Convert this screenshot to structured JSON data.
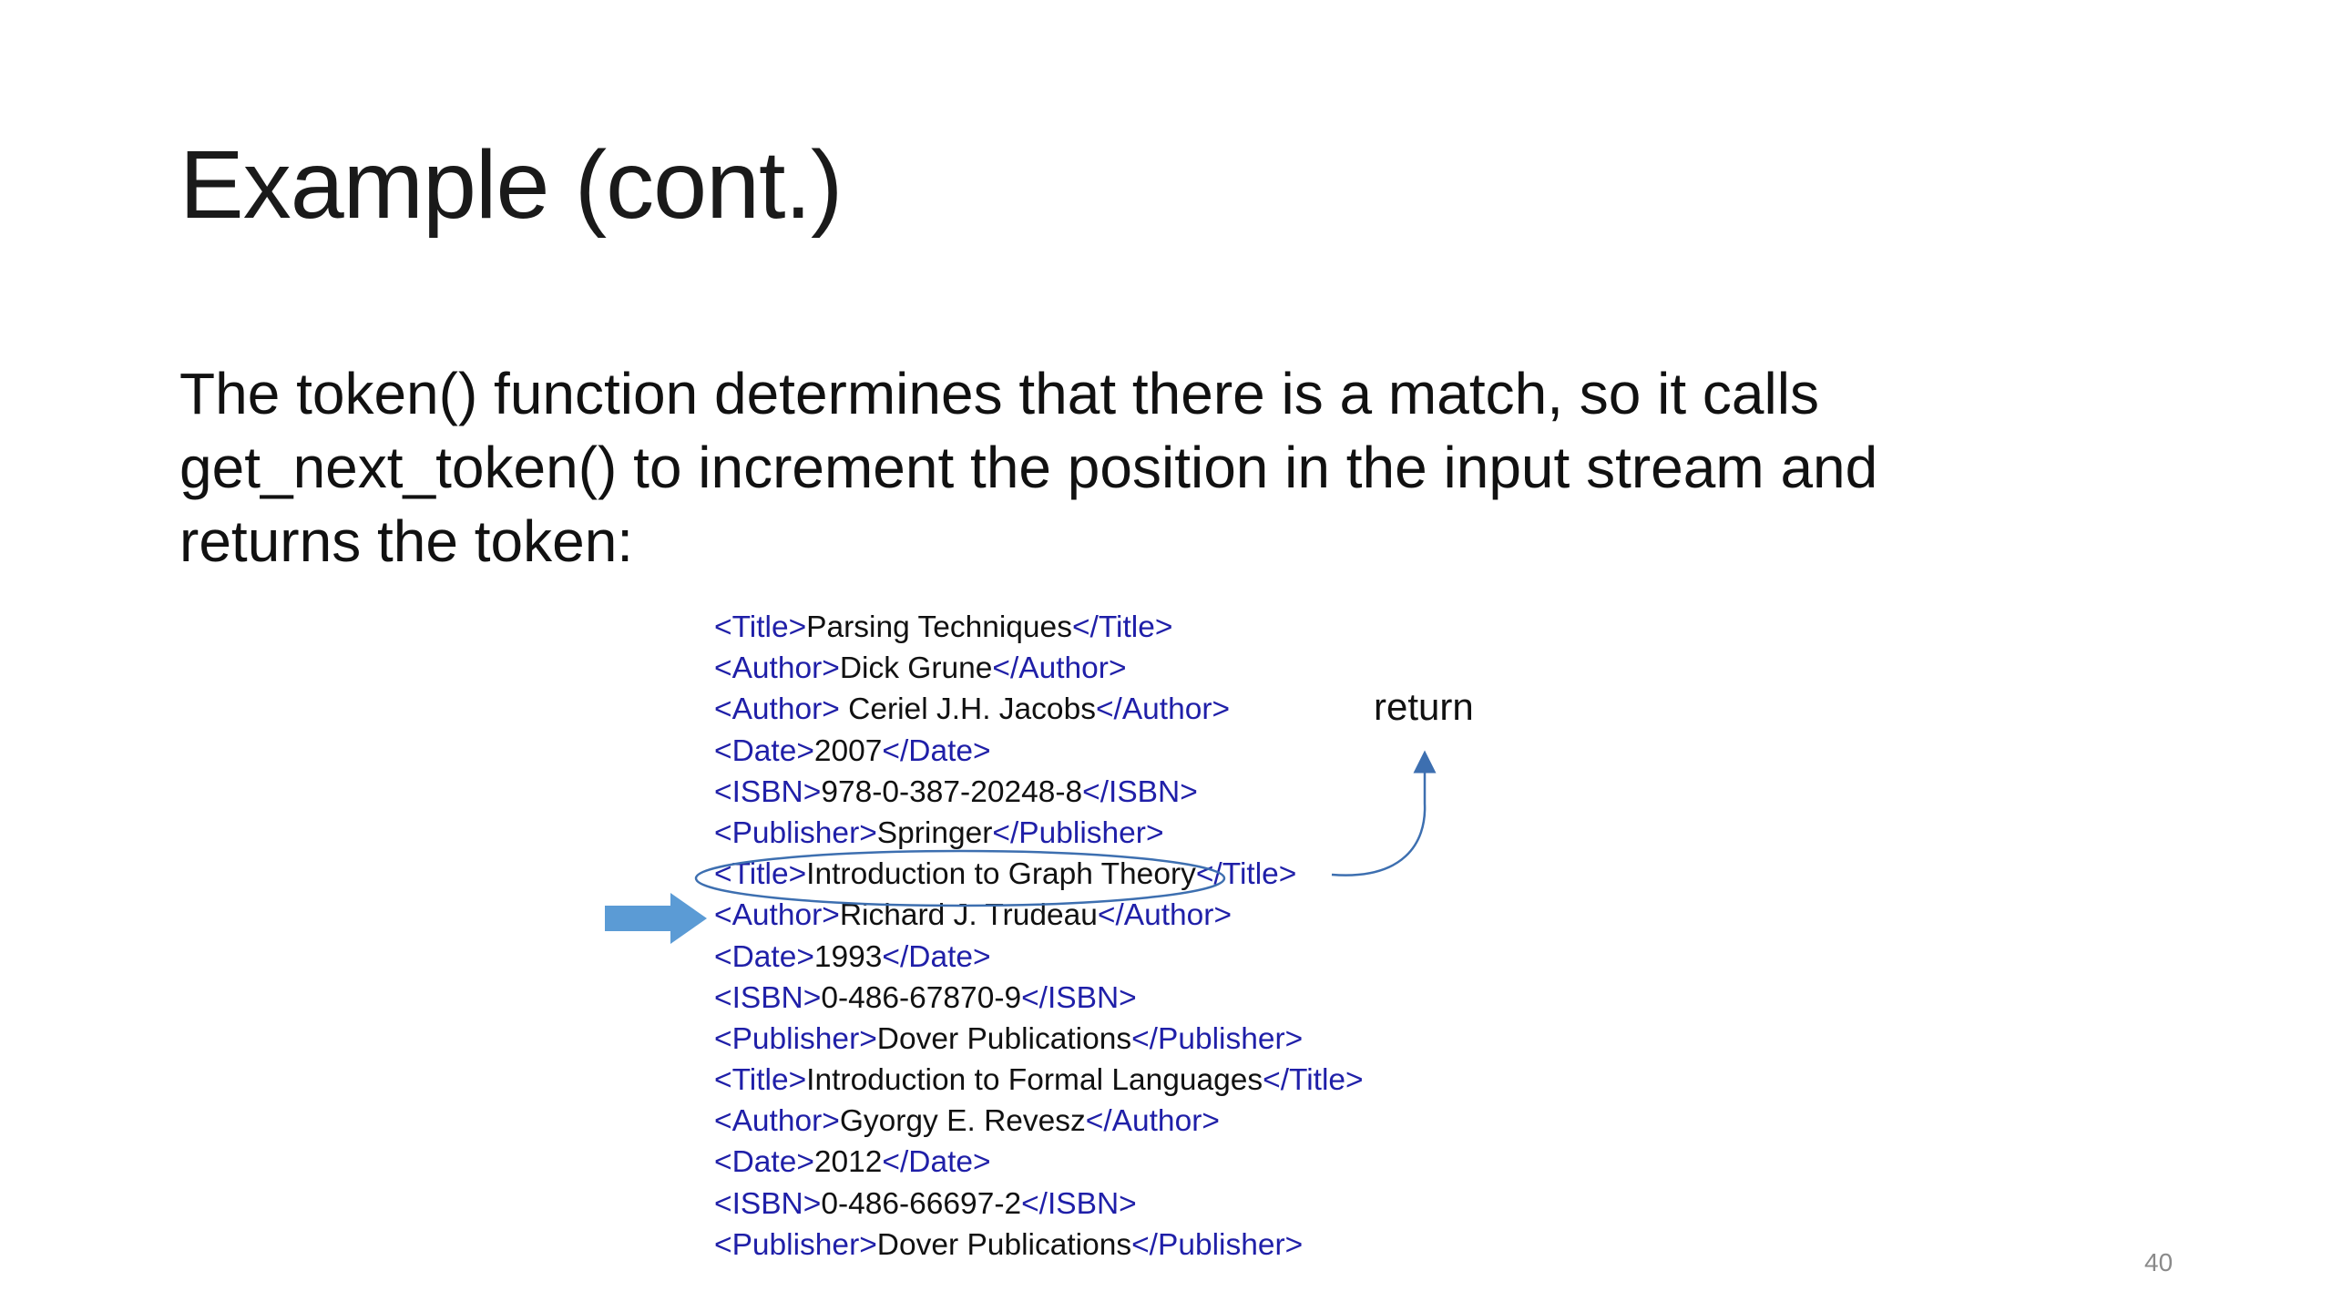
{
  "slide": {
    "title": "Example (cont.)",
    "body_lines": [
      "The token() function determines that there is a match, so it calls",
      "get_next_token() to increment the position in the input stream and",
      "returns the token:"
    ],
    "code_lines": [
      {
        "open": "<Title>",
        "text": "Parsing Techniques",
        "close": "</Title>"
      },
      {
        "open": "<Author>",
        "text": "Dick Grune",
        "close": "</Author>"
      },
      {
        "open": "<Author>",
        "text": " Ceriel J.H. Jacobs",
        "close": "</Author>"
      },
      {
        "open": "<Date>",
        "text": "2007",
        "close": "</Date>"
      },
      {
        "open": "<ISBN>",
        "text": "978-0-387-20248-8",
        "close": "</ISBN>"
      },
      {
        "open": "<Publisher>",
        "text": "Springer",
        "close": "</Publisher>"
      },
      {
        "open": "<Title>",
        "text": "Introduction to Graph Theory",
        "close": "</Title>"
      },
      {
        "open": "<Author>",
        "text": "Richard J. Trudeau",
        "close": "</Author>"
      },
      {
        "open": "<Date>",
        "text": "1993",
        "close": "</Date>"
      },
      {
        "open": "<ISBN>",
        "text": "0-486-67870-9",
        "close": "</ISBN>"
      },
      {
        "open": "<Publisher>",
        "text": "Dover Publications",
        "close": "</Publisher>"
      },
      {
        "open": "<Title>",
        "text": "Introduction to Formal Languages",
        "close": "</Title>"
      },
      {
        "open": "<Author>",
        "text": "Gyorgy E. Revesz",
        "close": "</Author>"
      },
      {
        "open": "<Date>",
        "text": "2012",
        "close": "</Date>"
      },
      {
        "open": "<ISBN>",
        "text": "0-486-66697-2",
        "close": "</ISBN>"
      },
      {
        "open": "<Publisher>",
        "text": "Dover Publications",
        "close": "</Publisher>"
      }
    ],
    "return_label": "return",
    "page_number": "40",
    "colors": {
      "tag": "#1f1fa8",
      "arrow": "#5b9bd5",
      "ellipse": "#3d6fb0",
      "return_arrow": "#3d6fb0"
    },
    "icons": {
      "current_position": "right-arrow-icon",
      "return_pointer": "curved-arrow-icon"
    }
  }
}
